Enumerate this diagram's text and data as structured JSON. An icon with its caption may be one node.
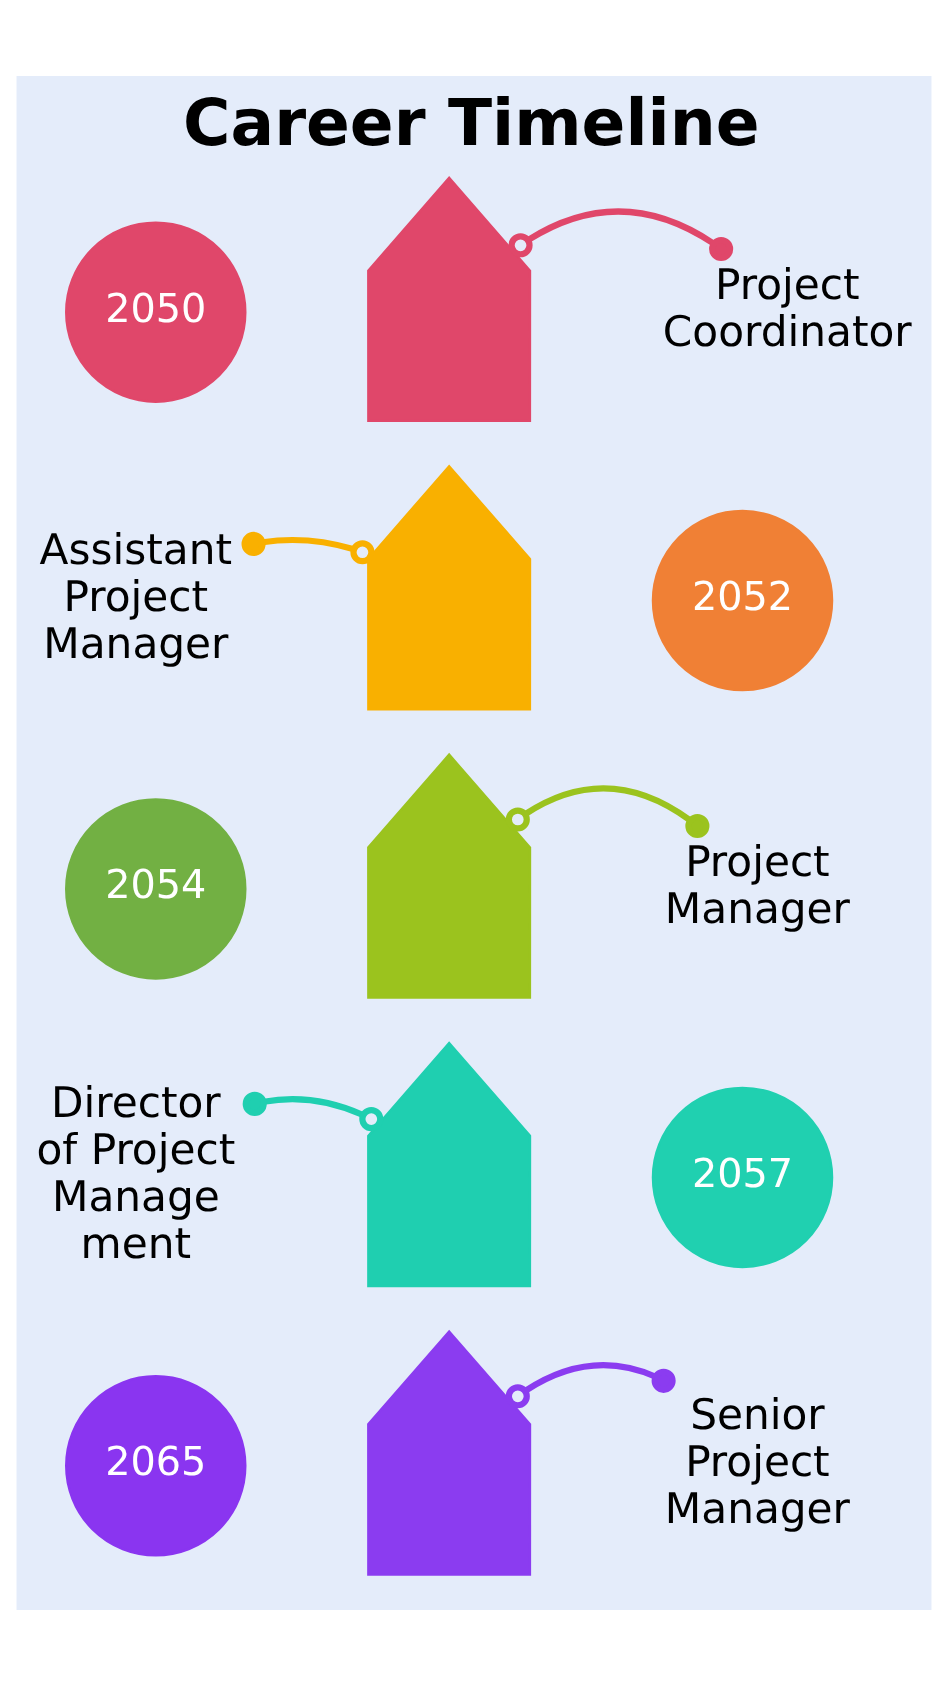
{
  "diagram": {
    "title": "Career Timeline",
    "nodes": [
      {
        "text": [],
        "shape": "arrow"
      },
      {
        "text": [],
        "shape": "arrow"
      },
      {
        "text": [],
        "shape": "arrow"
      },
      {
        "text": [],
        "shape": "arrow"
      },
      {
        "text": [],
        "shape": "arrow"
      },
      {
        "text": [
          "2050"
        ]
      },
      {
        "text": [
          "2052"
        ]
      },
      {
        "text": [
          "2054"
        ]
      },
      {
        "text": [
          "2057"
        ]
      },
      {
        "text": [
          "2065"
        ]
      },
      {
        "text": [
          "Project Coordinator"
        ]
      },
      {
        "text": [
          "Assistant Project Manager"
        ]
      },
      {
        "text": [
          "Project Manager"
        ]
      },
      {
        "text": [
          "Director of Project Manage ment"
        ]
      },
      {
        "text": [
          "Senior Project Manager"
        ]
      }
    ],
    "edges": [
      {
        "from": 10,
        "to": 0,
        "arrow": "other",
        "color": "#e0476a"
      },
      {
        "from": 11,
        "to": 1,
        "arrow": "other",
        "color": "#f9b000"
      },
      {
        "from": 12,
        "to": 2,
        "arrow": "other",
        "color": "#9bc31e"
      },
      {
        "from": 13,
        "to": 3,
        "arrow": "other",
        "color": "#1fcfb0"
      },
      {
        "from": 14,
        "to": 4,
        "arrow": "other",
        "color": "#8b3cf0"
      }
    ]
  }
}
